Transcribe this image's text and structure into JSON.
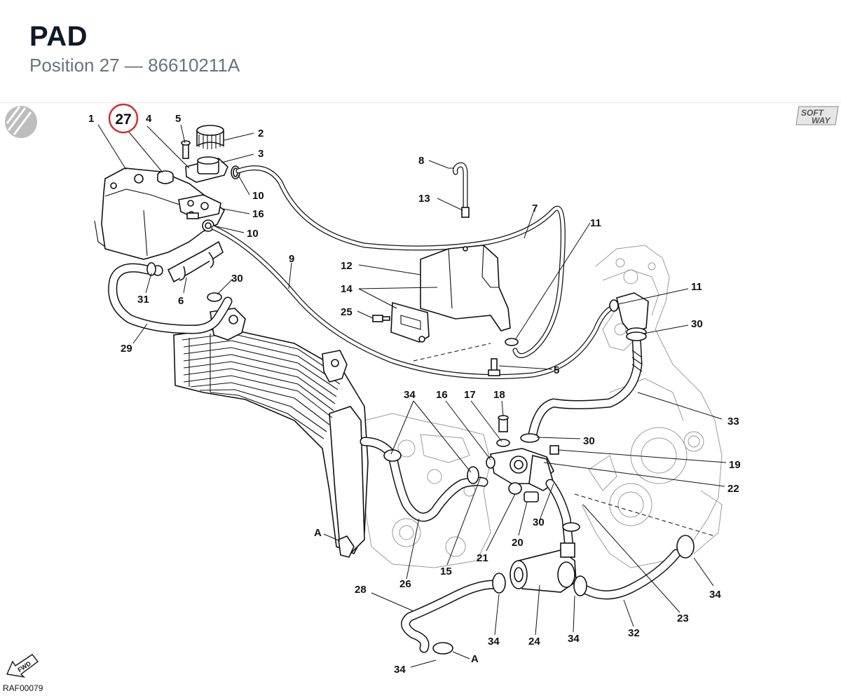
{
  "header": {
    "title": "PAD",
    "position_label": "Position 27",
    "separator": "—",
    "part_number": "86610211A"
  },
  "diagram": {
    "labels": {
      "l1": "1",
      "l27": "27",
      "l4": "4",
      "l5a": "5",
      "l2": "2",
      "l3": "3",
      "l10a": "10",
      "l16a": "16",
      "l10b": "10",
      "l8": "8",
      "l13": "13",
      "l7": "7",
      "l11a": "11",
      "l9": "9",
      "l12": "12",
      "l14": "14",
      "l25": "25",
      "l31": "31",
      "l6": "6",
      "l30a": "30",
      "l29": "29",
      "l11b": "11",
      "l30b": "30",
      "l5b": "5",
      "l34a": "34",
      "l16b": "16",
      "l17": "17",
      "l18": "18",
      "l33": "33",
      "l30c": "30",
      "l19": "19",
      "l22": "22",
      "l30d": "30",
      "l20": "20",
      "l21": "21",
      "lA1": "A",
      "l15": "15",
      "l26": "26",
      "l28": "28",
      "l34b": "34",
      "l24": "24",
      "l34c": "34",
      "l32": "32",
      "l23": "23",
      "l34d": "34",
      "l34e": "34",
      "lA2": "A"
    },
    "highlight_label": "27",
    "highlight_color": "#d32f2f",
    "fwd_label": "FWD",
    "logo_top": "SOFT",
    "logo_bottom": "WAY",
    "reference_code": "RAF00079"
  }
}
